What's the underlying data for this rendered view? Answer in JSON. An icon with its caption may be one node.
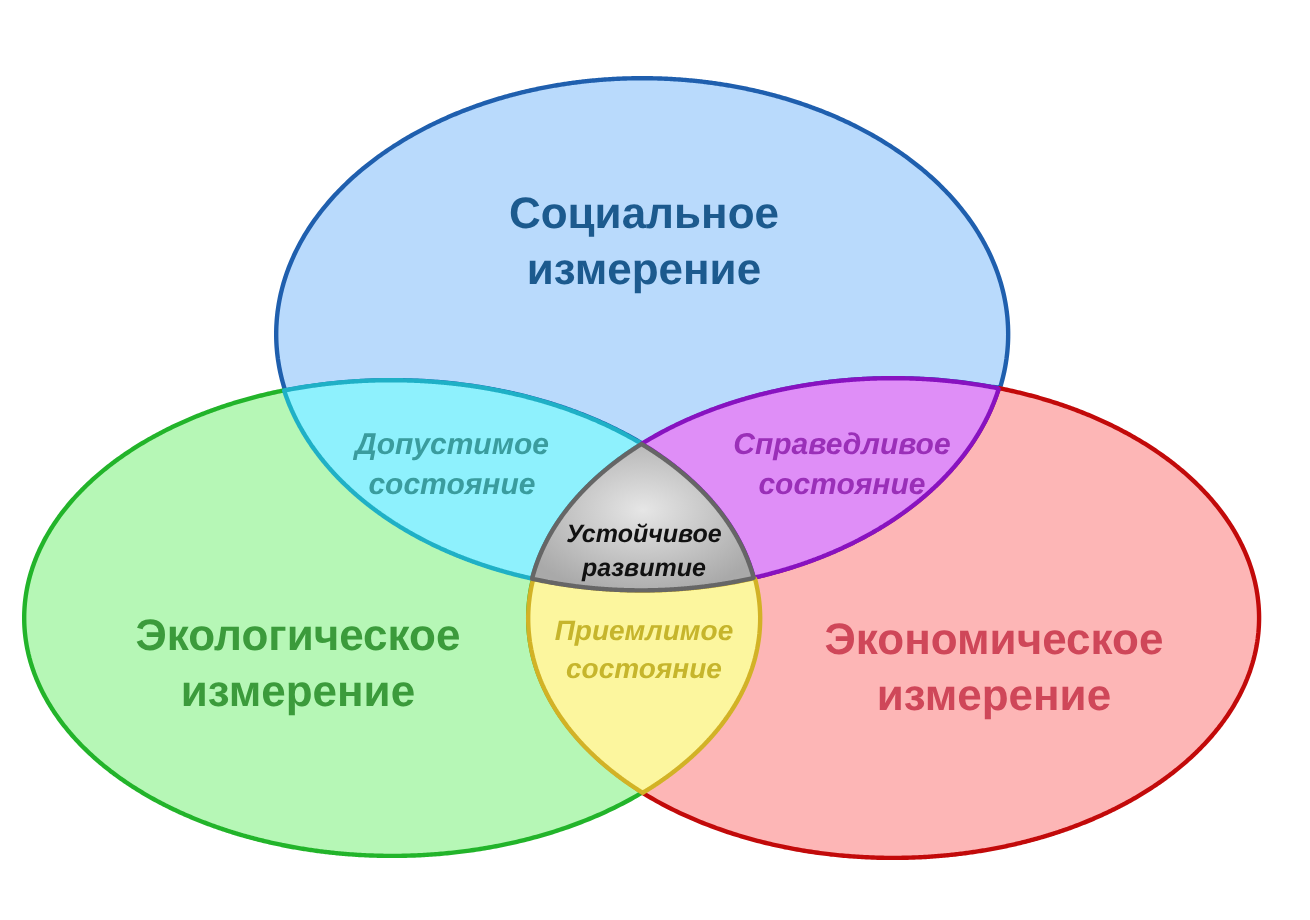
{
  "diagram": {
    "nodes": [
      {
        "text": [
          "Социальное измерение"
        ]
      },
      {
        "text": [
          "Допустимое состояние"
        ]
      },
      {
        "text": [
          "Справедливое состояние"
        ]
      },
      {
        "text": [
          "Устойчивое развитие"
        ]
      },
      {
        "text": [
          "Экологическое измерение"
        ]
      },
      {
        "text": [
          "Приемлимое состояние"
        ]
      },
      {
        "text": [
          "Экономическое измерение"
        ]
      }
    ]
  }
}
